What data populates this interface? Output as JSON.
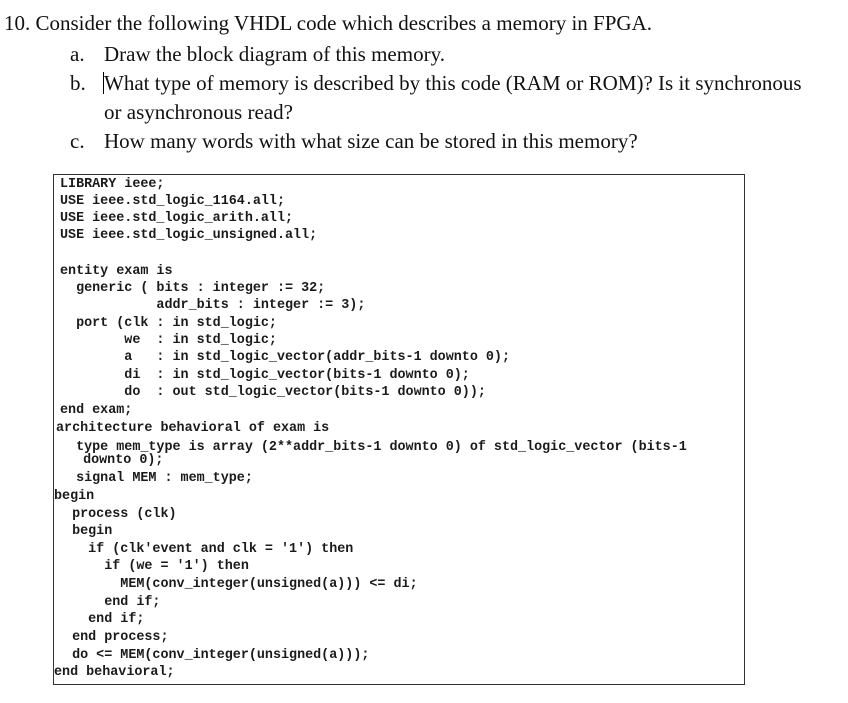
{
  "question": {
    "title": "10. Consider the following VHDL code which describes a memory in FPGA.",
    "parts": [
      {
        "letter": "a.",
        "text": "Draw the block diagram of this memory."
      },
      {
        "letter": "b.",
        "text": "What type of memory is described by this code (RAM or ROM)? Is it synchronous",
        "continuation": "or asynchronous read?"
      },
      {
        "letter": "c.",
        "text": "How many words with what size can be stored in this memory?"
      }
    ]
  },
  "code": {
    "lines": [
      "LIBRARY ieee;",
      "USE ieee.std_logic_1164.all;",
      "USE ieee.std_logic_arith.all;",
      "USE ieee.std_logic_unsigned.all;",
      "entity exam is",
      "  generic ( bits : integer := 32;",
      "            addr_bits : integer := 3);",
      "  port (clk : in std_logic;",
      "        we  : in std_logic;",
      "        a   : in std_logic_vector(addr_bits-1 downto 0);",
      "        di  : in std_logic_vector(bits-1 downto 0);",
      "        do  : out std_logic_vector(bits-1 downto 0));",
      "end exam;",
      "architecture behavioral of exam is",
      "  type mem_type is array (2**addr_bits-1 downto 0) of std_logic_vector (bits-1",
      "  downto 0);",
      "  signal MEM : mem_type;",
      "begin",
      "  process (clk)",
      "  begin",
      "    if (clk'event and clk = '1') then",
      "      if (we = '1') then",
      "        MEM(conv_integer(unsigned(a))) <= di;",
      "      end if;",
      "    end if;",
      "  end process;",
      "  do <= MEM(conv_integer(unsigned(a)));",
      "end behavioral;"
    ]
  }
}
